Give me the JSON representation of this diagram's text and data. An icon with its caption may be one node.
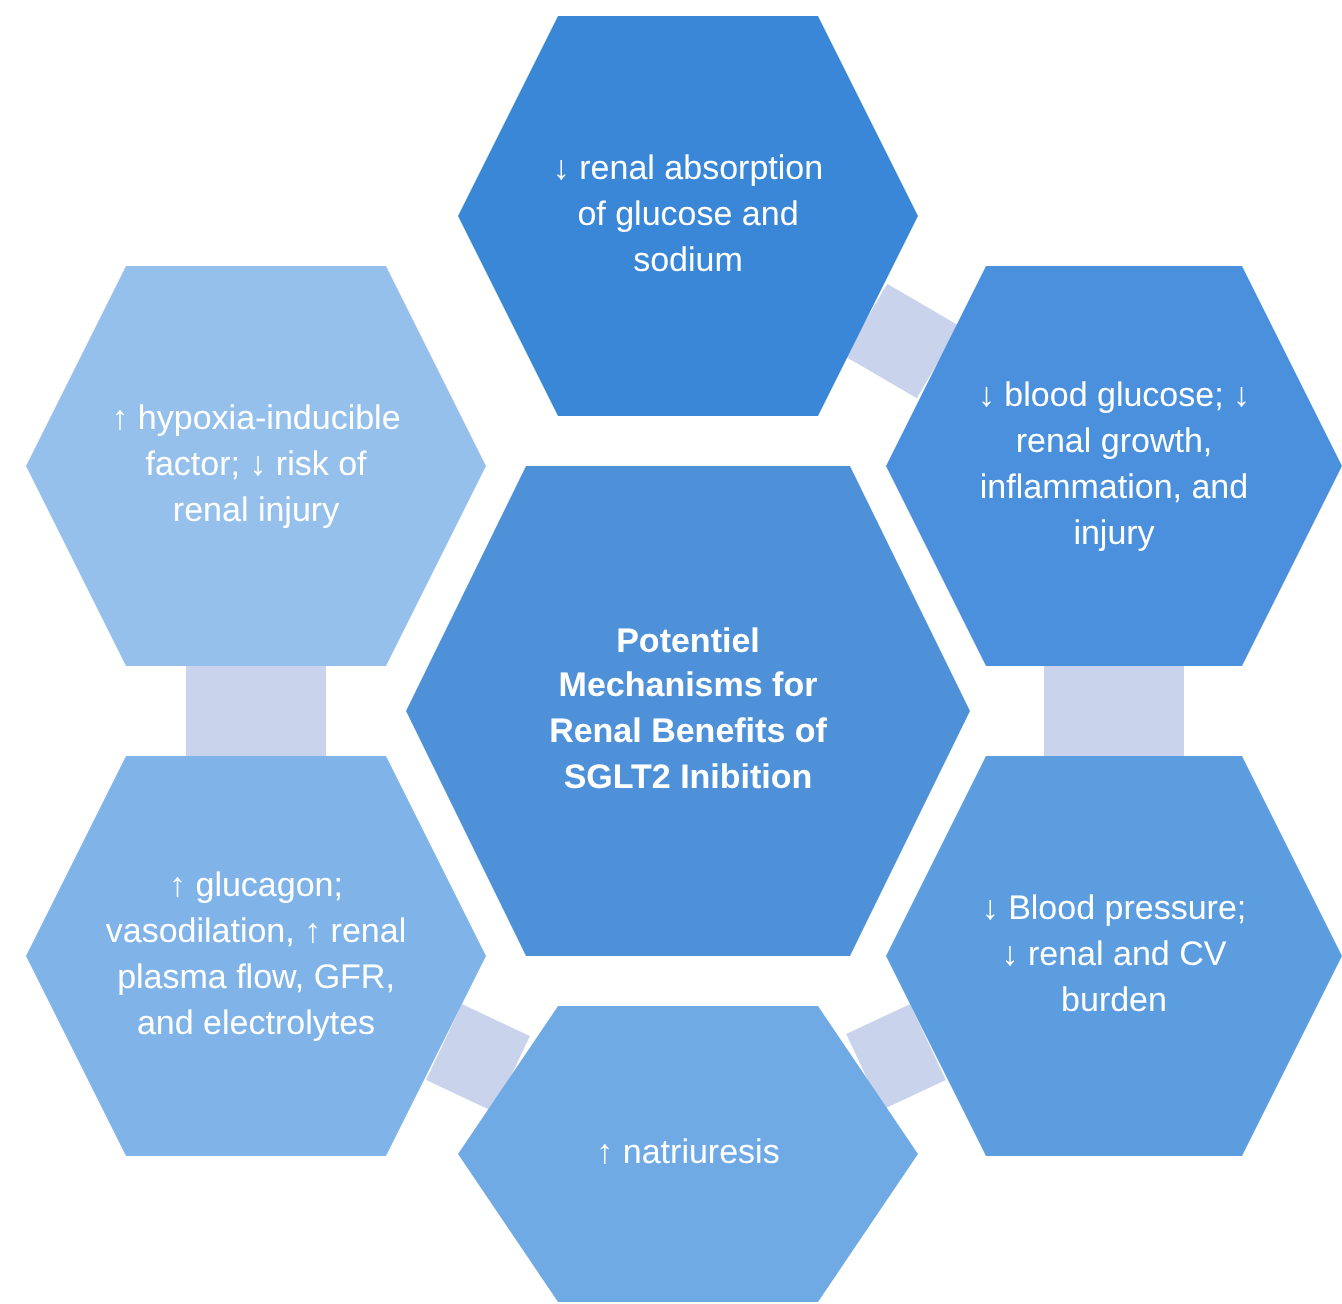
{
  "diagram": {
    "nodes": [
      {
        "text": [
          "Potentiel Mechanisms for Renal Benefits of SGLT2 Inibition"
        ]
      },
      {
        "text": [
          "↓ renal absorption of glucose and sodium"
        ]
      },
      {
        "text": [
          "↓ blood glucose; ↓ renal growth, inflammation, and injury"
        ]
      },
      {
        "text": [
          "↓ Blood pressure; ↓ renal and CV burden"
        ]
      },
      {
        "text": [
          "↑ natriuresis"
        ]
      },
      {
        "text": [
          "↑ glucagon; vasodilation, ↑ renal plasma flow, GFR, and electrolytes"
        ]
      },
      {
        "text": [
          "↑ hypoxia-inducible factor; ↓ risk of renal injury"
        ]
      }
    ],
    "edges": [
      {
        "from": 1,
        "to": 2,
        "arrow": "none"
      },
      {
        "from": 2,
        "to": 3,
        "arrow": "none"
      },
      {
        "from": 3,
        "to": 4,
        "arrow": "none"
      },
      {
        "from": 4,
        "to": 5,
        "arrow": "none"
      },
      {
        "from": 5,
        "to": 6,
        "arrow": "none"
      }
    ]
  }
}
